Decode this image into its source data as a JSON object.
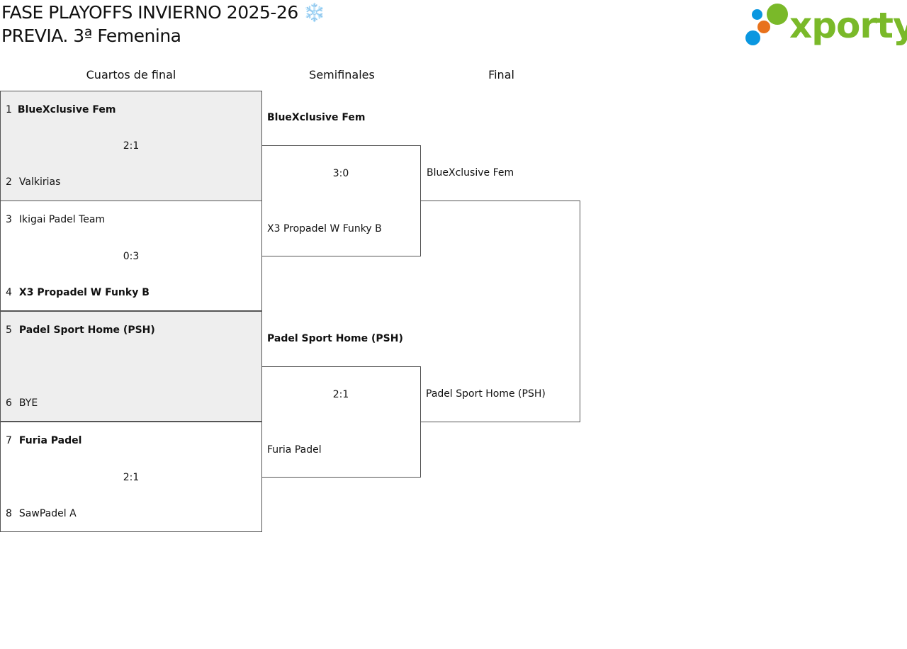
{
  "header": {
    "title_line1": "FASE PLAYOFFS INVIERNO 2025-26 ❄️",
    "title_line2": "PREVIA. 3ª Femenina"
  },
  "logo": {
    "text": "xporty",
    "colors": {
      "green": "#7ab929",
      "blue": "#0a97e0",
      "orange": "#e8721c"
    }
  },
  "rounds": {
    "quarterfinals": "Cuartos de final",
    "semifinals": "Semifinales",
    "final": "Final"
  },
  "quarterfinals": [
    {
      "top_seed": "1",
      "top_team": "BlueXclusive Fem",
      "top_winner": true,
      "bottom_seed": "2",
      "bottom_team": "Valkirias",
      "bottom_winner": false,
      "score": "2:1",
      "shaded": true
    },
    {
      "top_seed": "3",
      "top_team": "Ikigai Padel Team",
      "top_winner": false,
      "bottom_seed": "4",
      "bottom_team": "X3 Propadel W Funky B",
      "bottom_winner": true,
      "score": "0:3",
      "shaded": false
    },
    {
      "top_seed": "5",
      "top_team": "Padel Sport Home (PSH)",
      "top_winner": true,
      "bottom_seed": "6",
      "bottom_team": "BYE",
      "bottom_winner": false,
      "score": "",
      "shaded": true
    },
    {
      "top_seed": "7",
      "top_team": "Furia Padel",
      "top_winner": true,
      "bottom_seed": "8",
      "bottom_team": "SawPadel A",
      "bottom_winner": false,
      "score": "2:1",
      "shaded": false
    }
  ],
  "semifinals": [
    {
      "top_team": "BlueXclusive Fem",
      "top_winner": true,
      "bottom_team": "X3 Propadel W Funky B",
      "bottom_winner": false,
      "score": "3:0"
    },
    {
      "top_team": "Padel Sport Home (PSH)",
      "top_winner": true,
      "bottom_team": "Furia Padel",
      "bottom_winner": false,
      "score": "2:1"
    }
  ],
  "final": {
    "top_team": "BlueXclusive Fem",
    "bottom_team": "Padel Sport Home (PSH)"
  }
}
